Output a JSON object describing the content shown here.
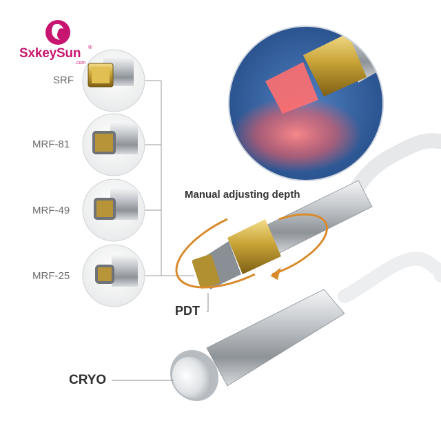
{
  "brand": {
    "name": "SxkeySun",
    "registered_mark": "®",
    "domain": ".com",
    "color": "#c8156f"
  },
  "tips": [
    {
      "label": "SRF"
    },
    {
      "label": "MRF-81"
    },
    {
      "label": "MRF-49"
    },
    {
      "label": "MRF-25"
    }
  ],
  "caption": "Manual adjusting depth",
  "handles": {
    "pdt": "PDT",
    "cryo": "CRYO"
  },
  "colors": {
    "gold": "#c9a437",
    "silver": "#c9ccd0",
    "inset_blue": "#2f5fa0",
    "red_light": "#ff5a5a",
    "rotation_arrow": "#d98a2b"
  }
}
